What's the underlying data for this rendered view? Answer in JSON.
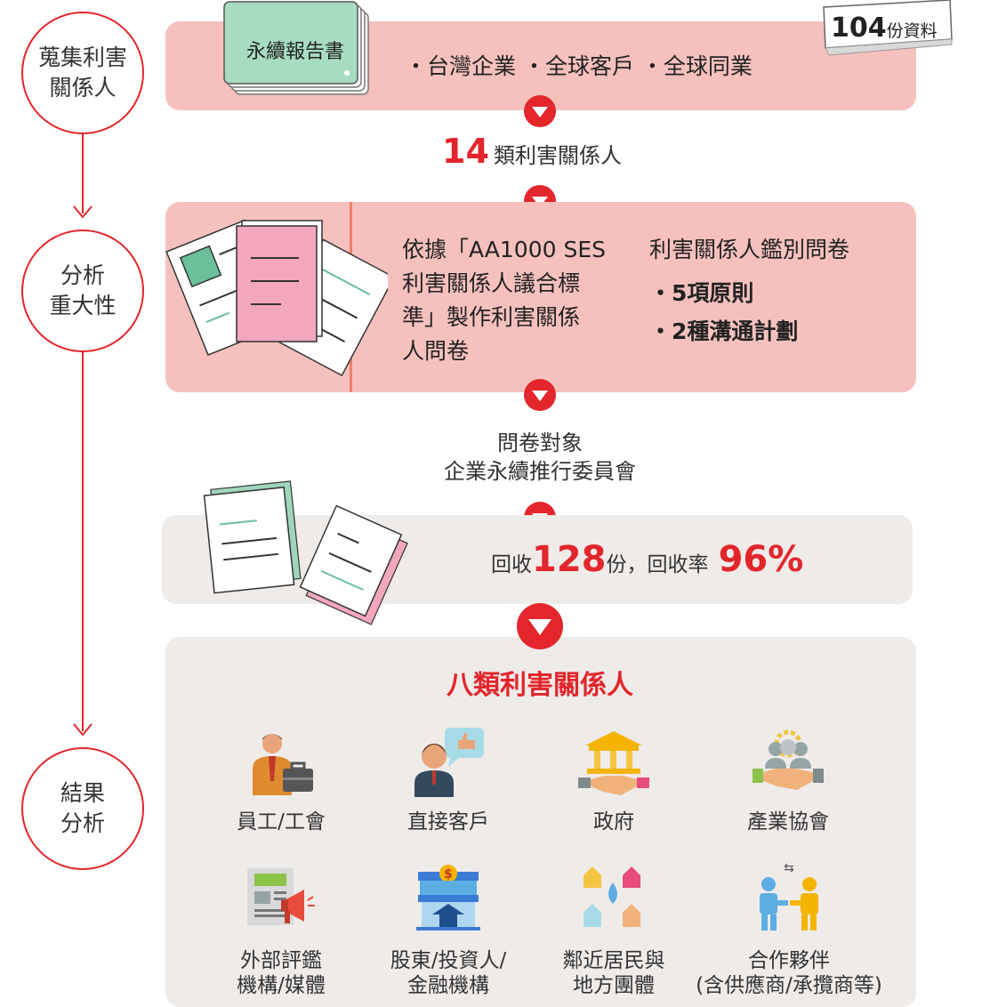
{
  "steps": {
    "collect": "蒐集利害\n關係人",
    "analyze": "分析\n重大性",
    "result": "結果\n分析"
  },
  "band1": {
    "book_label": "永續報告書",
    "sources": "・台灣企業 ・全球客戶 ・全球同業",
    "count_number": "104",
    "count_unit": "份資料"
  },
  "stakeholder_types": {
    "number": "14",
    "label": "類利害關係人"
  },
  "band2": {
    "left_text": "依據「AA1000 SES\n利害關係人議合標\n準」製作利害關係\n人問卷",
    "right_title": "利害關係人鑑別問卷",
    "bullets": [
      "・5項原則",
      "・2種溝通計劃"
    ]
  },
  "survey_target": {
    "line1": "問卷對象",
    "line2": "企業永續推行委員會"
  },
  "band3": {
    "prefix": "回收",
    "count": "128",
    "unit": "份，回收率",
    "rate": "96%"
  },
  "final": {
    "title": "八類利害關係人",
    "groups": [
      {
        "label": "員工/工會",
        "icon": "employee-icon"
      },
      {
        "label": "直接客戶",
        "icon": "customer-icon"
      },
      {
        "label": "政府",
        "icon": "government-icon"
      },
      {
        "label": "產業協會",
        "icon": "association-icon"
      },
      {
        "label": "外部評鑑\n機構/媒體",
        "icon": "media-icon"
      },
      {
        "label": "股東/投資人/\n金融機構",
        "icon": "bank-icon"
      },
      {
        "label": "鄰近居民與\n地方團體",
        "icon": "community-icon"
      },
      {
        "label": "合作夥伴\n(含供應商/承攬商等)",
        "icon": "partner-icon"
      }
    ]
  },
  "colors": {
    "accent": "#e2262b",
    "pink_band": "#f6c1bd",
    "grey_band": "#efebe9"
  }
}
